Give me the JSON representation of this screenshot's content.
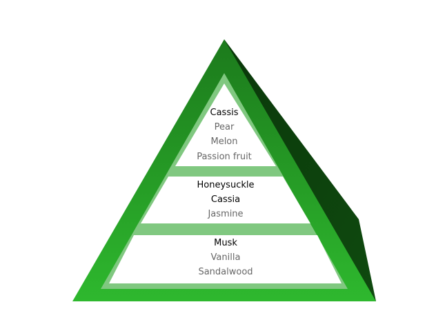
{
  "colors": {
    "outer_bright": "#2db52d",
    "outer_mid": "#1e7d1e",
    "outer_dark": "#0c3f0c",
    "inner_band": "#80c880",
    "tier_fill": "#ffffff",
    "strong_text": "#000000",
    "light_text": "#666666"
  },
  "tiers": [
    {
      "name": "top-notes",
      "notes": [
        {
          "text": "Cassis",
          "strong": true
        },
        {
          "text": "Pear",
          "strong": false
        },
        {
          "text": "Melon",
          "strong": false
        },
        {
          "text": "Passion fruit",
          "strong": false
        }
      ]
    },
    {
      "name": "heart-notes",
      "notes": [
        {
          "text": "Honeysuckle",
          "strong": true
        },
        {
          "text": "Cassia",
          "strong": true
        },
        {
          "text": "Jasmine",
          "strong": false
        }
      ]
    },
    {
      "name": "base-notes",
      "notes": [
        {
          "text": "Musk",
          "strong": true
        },
        {
          "text": "Vanilla",
          "strong": false
        },
        {
          "text": "Sandalwood",
          "strong": false
        }
      ]
    }
  ]
}
